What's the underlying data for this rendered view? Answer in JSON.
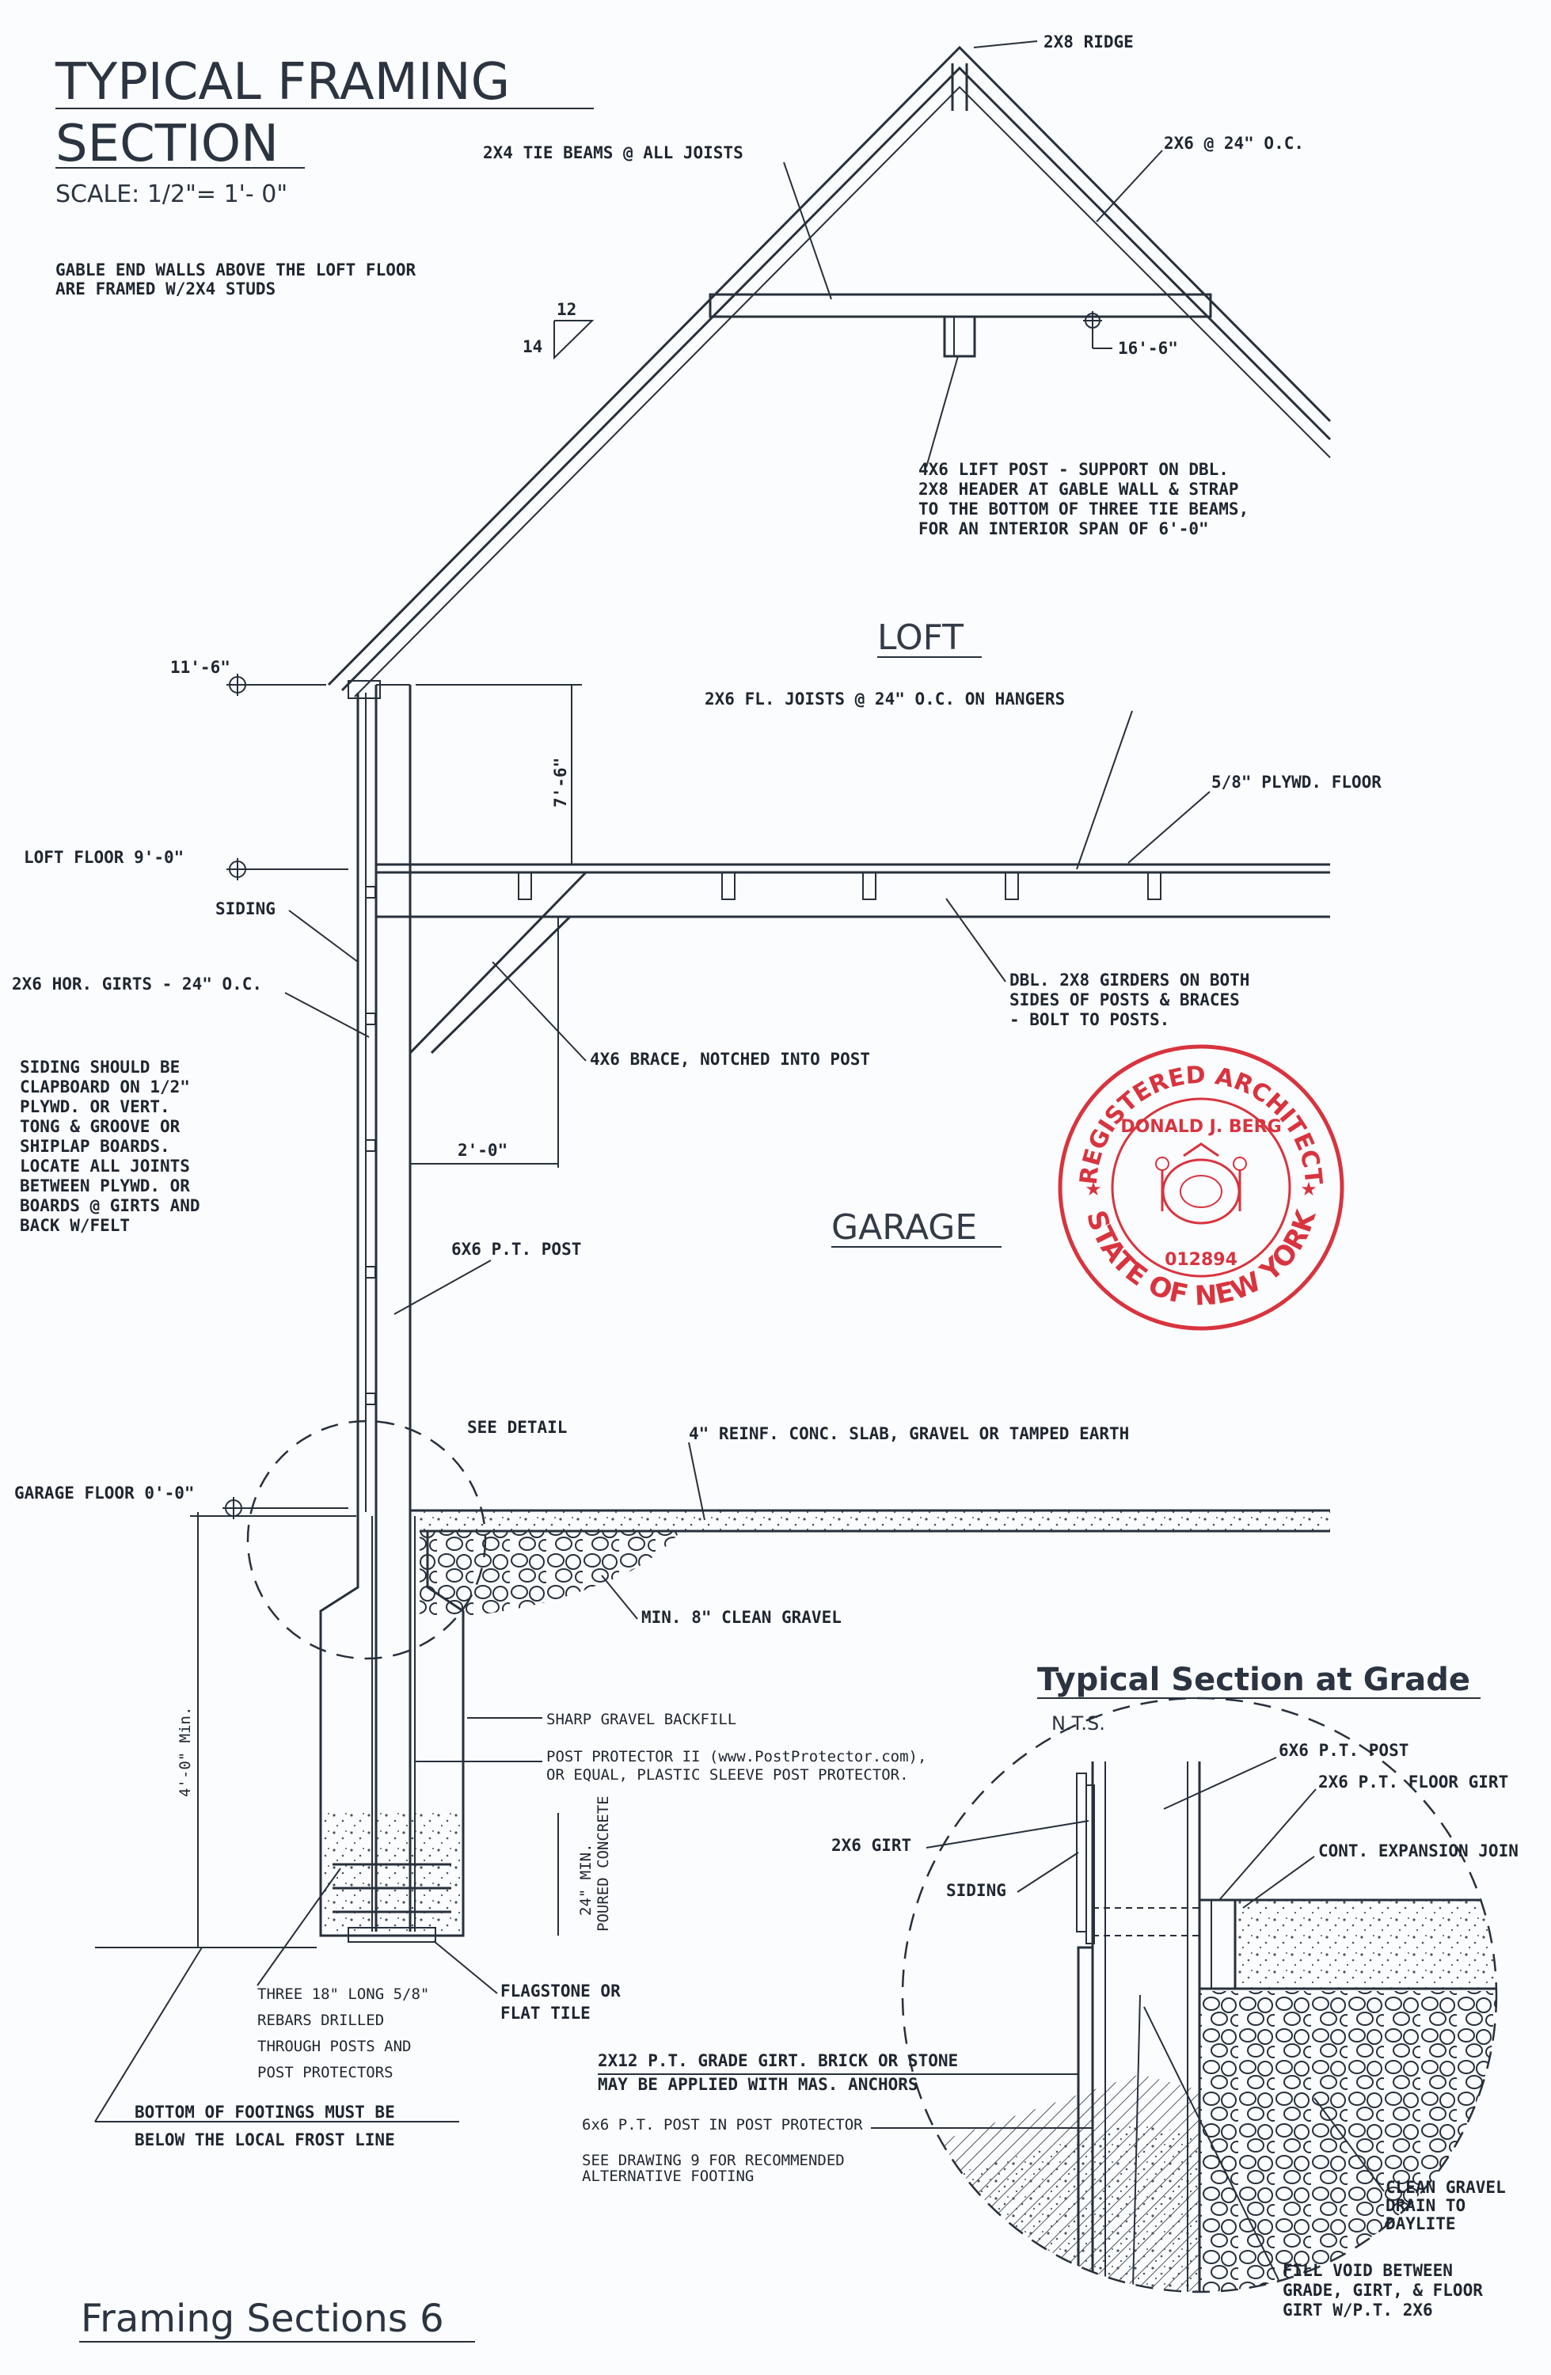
{
  "title": {
    "line1": "TYPICAL FRAMING",
    "line2": "SECTION",
    "scale": "SCALE: 1/2\"= 1'- 0\""
  },
  "gable_note": {
    "line1": "GABLE END WALLS ABOVE THE LOFT FLOOR",
    "line2": "ARE FRAMED W/2X4 STUDS"
  },
  "pitch": {
    "rise": "12",
    "run": "14"
  },
  "roof": {
    "ridge": "2X8 RIDGE",
    "rafters": "2X6 @ 24\" O.C.",
    "tie_beams": "2X4 TIE BEAMS @ ALL JOISTS",
    "tie_elev": "16'-6\""
  },
  "loft_post_note": {
    "line1": "4X6 LIFT POST - SUPPORT ON DBL.",
    "line2": "2X8 HEADER AT GABLE WALL & STRAP",
    "line3": "TO THE BOTTOM OF THREE TIE BEAMS,",
    "line4": "FOR AN INTERIOR SPAN OF 6'-0\""
  },
  "rooms": {
    "loft": "LOFT",
    "garage": "GARAGE"
  },
  "elevations": {
    "eave": "11'-6\"",
    "loft_floor": "LOFT FLOOR 9'-0\"",
    "garage_floor": "GARAGE FLOOR 0'-0\""
  },
  "loft_framing": {
    "joists": "2X6 FL. JOISTS @ 24\" O.C. ON HANGERS",
    "floor": "5/8\" PLYWD. FLOOR",
    "height": "7'-6\"",
    "girders_line1": "DBL. 2X8 GIRDERS ON BOTH",
    "girders_line2": "SIDES OF POSTS & BRACES",
    "girders_line3": "- BOLT TO POSTS."
  },
  "wall": {
    "siding": "SIDING",
    "girts": "2X6 HOR. GIRTS - 24\" O.C.",
    "brace": "4X6 BRACE, NOTCHED INTO POST",
    "brace_dim": "2'-0\"",
    "post": "6X6 P.T. POST"
  },
  "siding_note": [
    "SIDING SHOULD BE",
    "CLAPBOARD ON 1/2\"",
    "PLYWD. OR VERT.",
    "TONG & GROOVE OR",
    "SHIPLAP BOARDS.",
    "LOCATE ALL JOINTS",
    "BETWEEN PLYWD. OR",
    "BOARDS @ GIRTS AND",
    "BACK W/FELT"
  ],
  "stamp": {
    "top": "REGISTERED ARCHITECT",
    "name": "DONALD J. BERG",
    "number": "012894",
    "bottom": "STATE OF NEW YORK"
  },
  "foundation": {
    "see_detail": "SEE DETAIL",
    "slab": "4\" REINF. CONC. SLAB, GRAVEL OR TAMPED EARTH",
    "gravel": "MIN. 8\" CLEAN GRAVEL",
    "backfill": "SHARP GRAVEL BACKFILL",
    "protector_line1": "POST PROTECTOR II (www.PostProtector.com),",
    "protector_line2": "OR EQUAL, PLASTIC SLEEVE POST PROTECTOR.",
    "depth": "4'-0\" Min.",
    "concrete_line1": "24\" MIN.",
    "concrete_line2": "POURED CONCRETE",
    "rebar_note": [
      "THREE 18\" LONG 5/8\"",
      "REBARS DRILLED",
      "THROUGH POSTS AND",
      "POST PROTECTORS"
    ],
    "flagstone_line1": "FLAGSTONE OR",
    "flagstone_line2": "FLAT TILE",
    "footing_line1": "BOTTOM OF FOOTINGS MUST BE",
    "footing_line2": "BELOW THE LOCAL FROST LINE"
  },
  "grade_detail": {
    "title": "Typical Section at Grade",
    "scale": "N.T.S.",
    "post": "6X6 P.T. POST",
    "floor_girt": "2X6 P.T. FLOOR GIRT",
    "expansion": "CONT. EXPANSION JOIN",
    "girt": "2X6 GIRT",
    "siding": "SIDING",
    "grade_girt_line1": "2X12 P.T. GRADE GIRT. BRICK OR STONE",
    "grade_girt_line2": "MAY BE APPLIED WITH MAS. ANCHORS",
    "post_protector": "6x6 P.T. POST IN POST PROTECTOR",
    "drawing_ref_line1": "SEE DRAWING 9 FOR RECOMMENDED",
    "drawing_ref_line2": "ALTERNATIVE FOOTING",
    "gravel_line1": "CLEAN GRAVEL",
    "gravel_line2": "DRAIN TO",
    "gravel_line3": "DAYLITE",
    "fill_line1": "FILL VOID BETWEEN",
    "fill_line2": "GRADE, GIRT, & FLOOR",
    "fill_line3": "GIRT W/P.T. 2X6"
  },
  "footer": "Framing Sections 6"
}
